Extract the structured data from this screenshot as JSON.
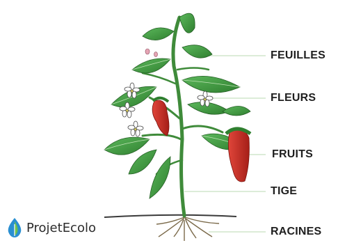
{
  "labels": {
    "leaves": "FEUILLES",
    "flowers": "FLEURS",
    "fruits": "FRUITS",
    "stem": "TIGE",
    "roots": "RACINES"
  },
  "brand": {
    "name": "ProjetEcolo",
    "icon": "leaf-drop-icon"
  },
  "colors": {
    "leaf": "#3d9a3d",
    "leaf_dark": "#2a6f2a",
    "pepper": "#c8281f",
    "line": "#b9d9b0",
    "ground": "#3a3a3a"
  }
}
